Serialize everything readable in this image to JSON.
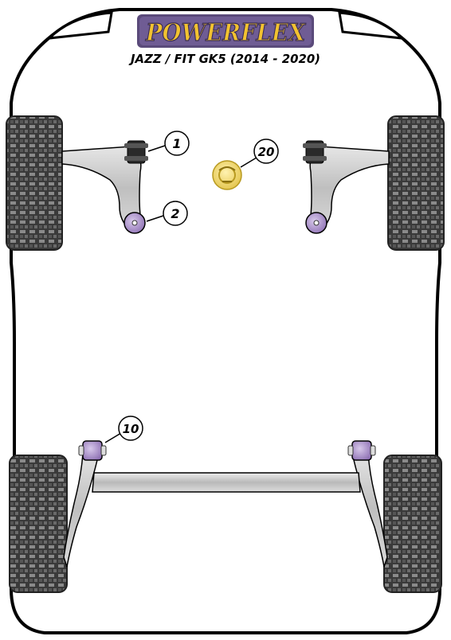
{
  "brand": {
    "logo_text": "POWERFLEX",
    "subtitle": "JAZZ / FIT GK5 (2014 - 2020)",
    "logo_color": "#f2c230",
    "logo_bg": "#5a4a7a"
  },
  "callouts": [
    {
      "id": "front-wishbone-front-bush",
      "number": "1"
    },
    {
      "id": "front-wishbone-rear-bush",
      "number": "2"
    },
    {
      "id": "engine-mount-insert",
      "number": "20"
    },
    {
      "id": "rear-beam-bush",
      "number": "10"
    }
  ],
  "colors": {
    "body_outline": "#000000",
    "bush_purple": "#a58bc4",
    "bush_black": "#222222",
    "insert_yellow": "#efd460",
    "arm_grey": "#c8c8c8",
    "tyre_dark": "#2b2b2b"
  }
}
